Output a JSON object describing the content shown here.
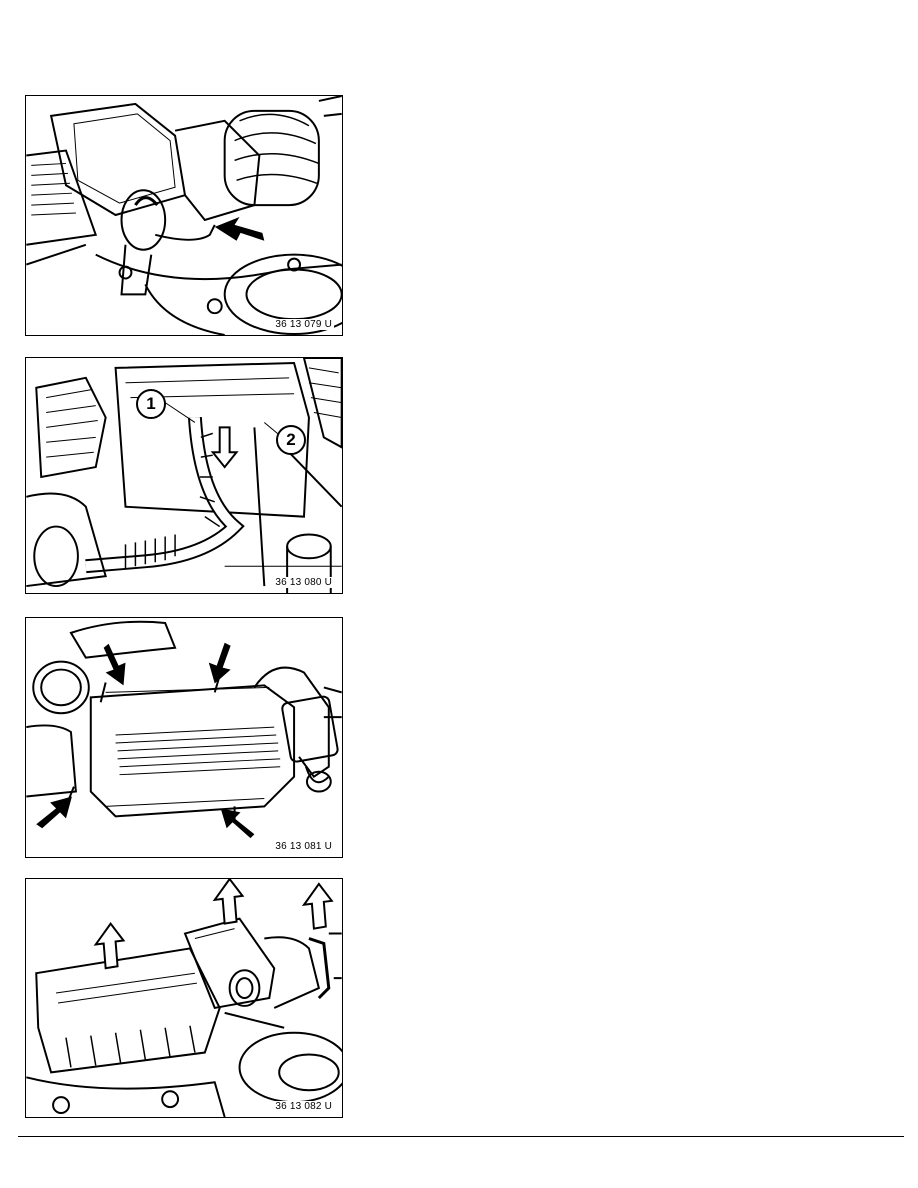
{
  "figures": [
    {
      "code": "36 13 079 U"
    },
    {
      "code": "36 13 080 U",
      "callouts": [
        "1",
        "2"
      ]
    },
    {
      "code": "36 13 081 U"
    },
    {
      "code": "36 13 082 U"
    }
  ],
  "colors": {
    "line": "#000000",
    "background": "#ffffff"
  }
}
